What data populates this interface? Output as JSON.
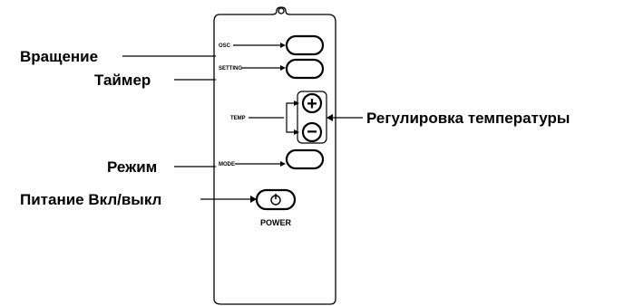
{
  "callouts": {
    "rotation": "Вращение",
    "timer": "Таймер",
    "temp_adjust": "Регулировка температуры",
    "mode": "Режим",
    "power_onoff": "Питание Вкл/выкл"
  },
  "remote": {
    "osc_label": "OSC",
    "setting_label": "SETTING",
    "temp_label": "TEMP",
    "mode_label": "MODE",
    "power_label": "POWER",
    "plus_symbol": "+",
    "minus_symbol": "−",
    "power_symbol": "⏻"
  }
}
